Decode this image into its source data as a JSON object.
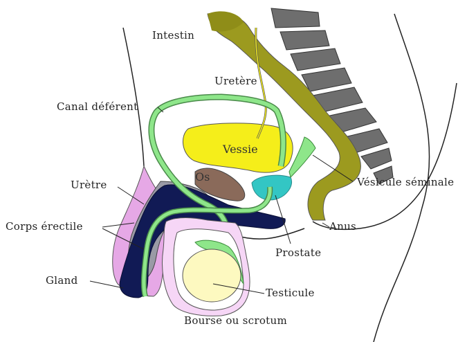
{
  "labels": {
    "intestin": "Intestin",
    "uretere": "Uretère",
    "canal_deferent": "Canal déférent",
    "vessie": "Vessie",
    "os": "Os",
    "uretre": "Urètre",
    "vesicule_seminale": "Vésicule séminale",
    "corps_erectile": "Corps érectile",
    "anus": "Anus",
    "prostate": "Prostate",
    "gland": "Gland",
    "testicule": "Testicule",
    "bourse": "Bourse ou scrotum"
  },
  "colors": {
    "intestine": "#9c9a1f",
    "vertebrae": "#6e6e6e",
    "bladder": "#f5ee1a",
    "bone": "#8a6a5a",
    "prostate": "#33c6c4",
    "duct": "#8ee68a",
    "erectile_dark": "#111a55",
    "erectile_grey": "#9a9aa6",
    "skin_pink": "#e6a8e6",
    "testis": "#fdf9c0"
  }
}
